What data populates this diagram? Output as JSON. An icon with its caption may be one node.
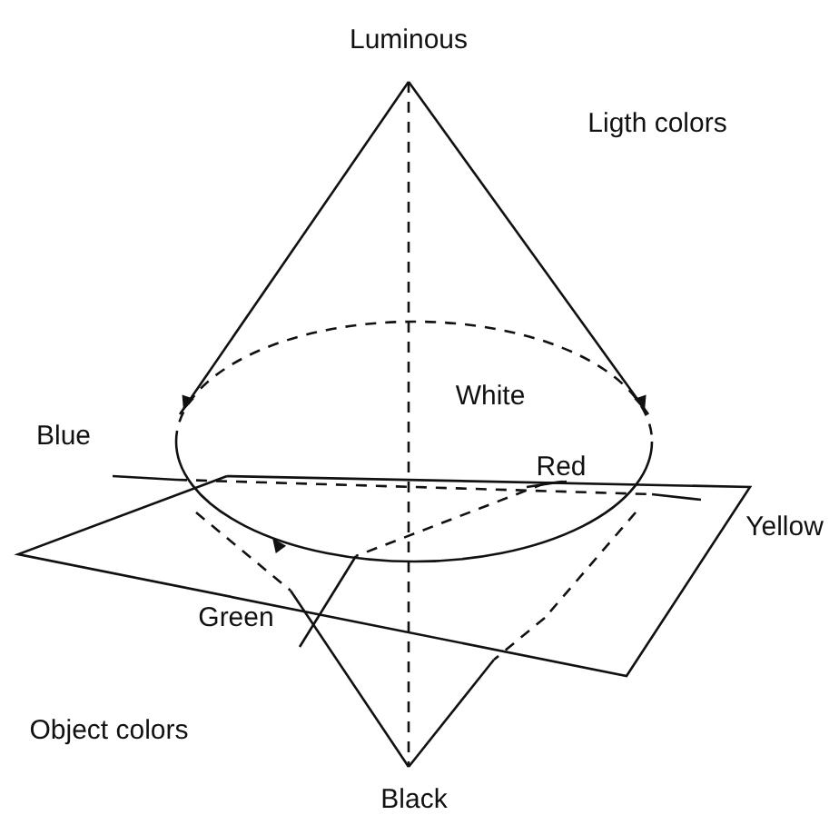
{
  "diagram": {
    "labels": [
      "Luminous",
      "Ligth colors",
      "Red",
      "Blue",
      "White",
      "Yellow",
      "Green",
      "Object colors",
      "Black"
    ]
  }
}
